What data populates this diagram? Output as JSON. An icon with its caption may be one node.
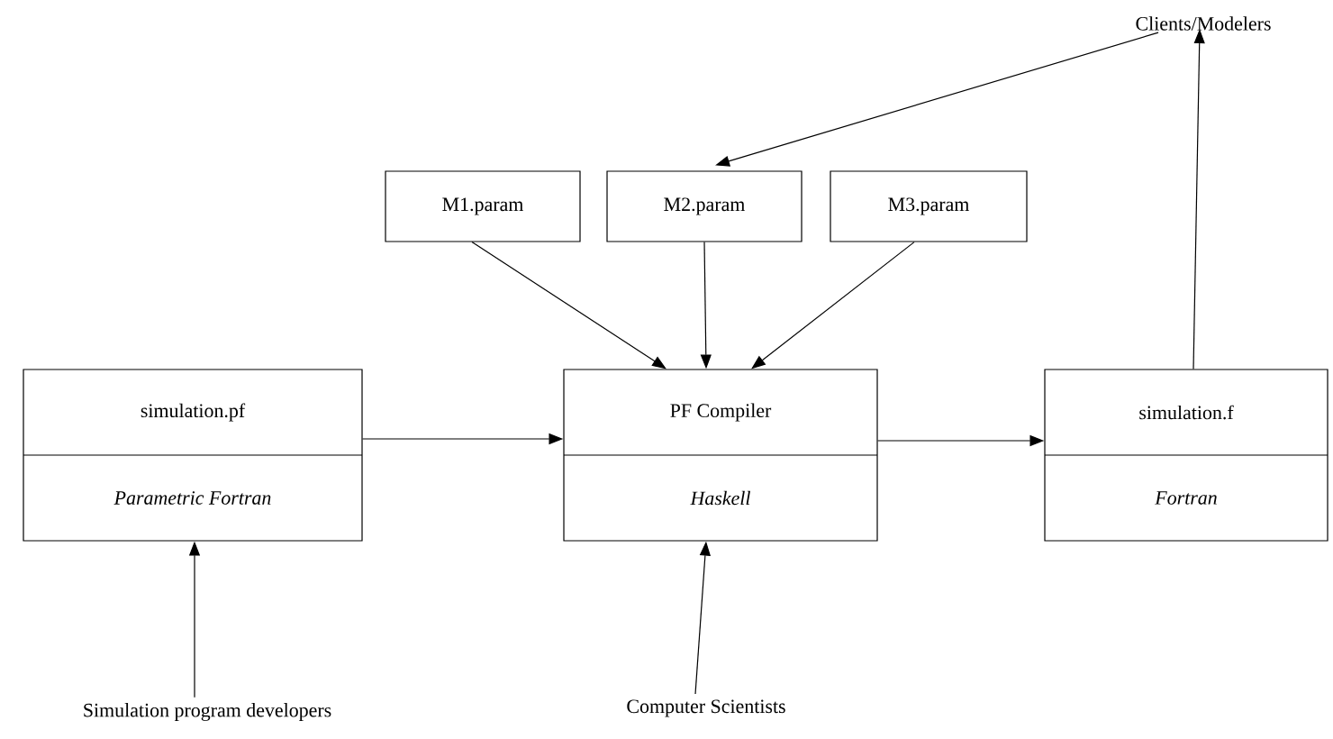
{
  "diagram": {
    "nodes": [
      {
        "text": [
          "Clients/Modelers"
        ]
      },
      {
        "text": [
          "M1.param"
        ]
      },
      {
        "text": [
          "M2.param"
        ]
      },
      {
        "text": [
          "M3.param"
        ]
      },
      {
        "text": [
          "simulation.pf",
          "Parametric Fortran"
        ]
      },
      {
        "text": [
          "PF Compiler",
          "Haskell"
        ]
      },
      {
        "text": [
          "simulation.f",
          "Fortran"
        ]
      },
      {
        "text": [
          "Simulation program developers"
        ]
      },
      {
        "text": [
          "Computer Scientists"
        ]
      }
    ],
    "edges": [
      {
        "from": 0,
        "to": 2,
        "arrow": "to"
      },
      {
        "from": 1,
        "to": 5,
        "arrow": "to"
      },
      {
        "from": 2,
        "to": 5,
        "arrow": "to"
      },
      {
        "from": 3,
        "to": 5,
        "arrow": "to"
      },
      {
        "from": 4,
        "to": 5,
        "arrow": "to"
      },
      {
        "from": 5,
        "to": 6,
        "arrow": "to"
      },
      {
        "from": 6,
        "to": 0,
        "arrow": "to"
      },
      {
        "from": 7,
        "to": 4,
        "arrow": "to"
      },
      {
        "from": 8,
        "to": 5,
        "arrow": "to"
      }
    ]
  }
}
